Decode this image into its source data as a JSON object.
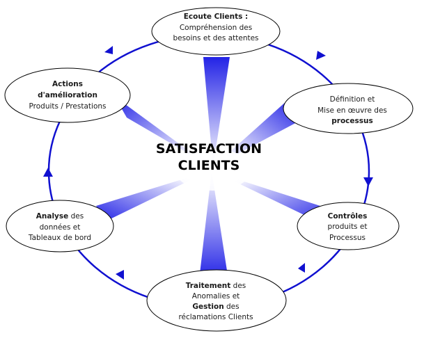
{
  "center": {
    "line1": "SATISFACTION",
    "line2": "CLIENTS"
  },
  "nodes": {
    "ecoute": {
      "title": "Ecoute Clients :",
      "line2": "Compréhension des",
      "line3": "besoins et des attentes"
    },
    "definition": {
      "line1": "Définition et",
      "line2": "Mise en œuvre des",
      "line3": "processus"
    },
    "controles": {
      "title": "Contrôles",
      "line2": "produits et",
      "line3": "Processus"
    },
    "traitement": {
      "title_bold": "Traitement",
      "title_rest": " des",
      "line2": "Anomalies et",
      "line3_bold": "Gestion",
      "line3_rest": " des",
      "line4": "réclamations Clients"
    },
    "analyse": {
      "title_bold": "Analyse",
      "title_rest": " des",
      "line2": "données et",
      "line3": "Tableaux de bord"
    },
    "actions": {
      "line1": "Actions",
      "line2": "d'amélioration",
      "line3": "Produits / Prestations"
    }
  },
  "colors": {
    "cycle": "#1010d0",
    "spoke_outer": "#2020e0",
    "spoke_inner": "#ffffff",
    "node_border": "#000000",
    "node_fill": "#ffffff"
  }
}
